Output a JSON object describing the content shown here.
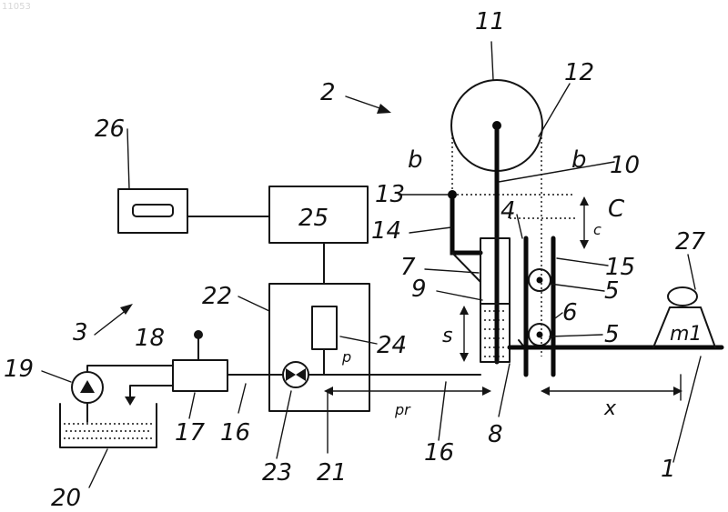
{
  "watermark": "11053",
  "labels": {
    "l1": "1",
    "l2": "2",
    "l3": "3",
    "l4": "4",
    "l5a": "5",
    "l5b": "5",
    "l6": "6",
    "l7": "7",
    "l8": "8",
    "l9": "9",
    "l10": "10",
    "l11": "11",
    "l12": "12",
    "l13": "13",
    "l14": "14",
    "l15": "15",
    "l16a": "16",
    "l16b": "16",
    "l17": "17",
    "l18": "18",
    "l19": "19",
    "l20": "20",
    "l21": "21",
    "l22": "22",
    "l23": "23",
    "l24": "24",
    "l25": "25",
    "l26": "26",
    "l27": "27",
    "b_left": "b",
    "b_right": "b",
    "C": "C",
    "c": "c",
    "s": "s",
    "x": "x",
    "p": "p",
    "pr": "pr",
    "m1": "m1"
  }
}
